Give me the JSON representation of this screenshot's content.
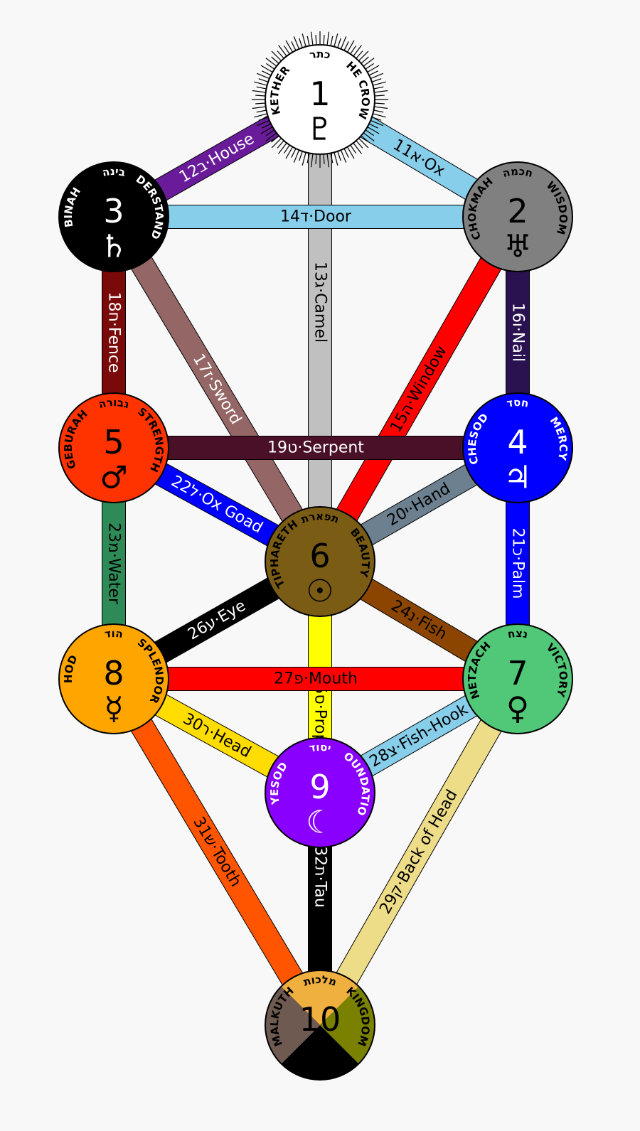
{
  "colors": {
    "background": "#f8f8f8",
    "outline": "#000000"
  },
  "paths": [
    {
      "id": "p11",
      "from": 1,
      "to": 2,
      "label": "11א·Ox",
      "color": "#87ceeb",
      "text_color": "#000000"
    },
    {
      "id": "p12",
      "from": 1,
      "to": 3,
      "label": "12ב·House",
      "color": "#6a1b9a",
      "text_color": "#ffffff"
    },
    {
      "id": "p13",
      "from": 1,
      "to": 6,
      "label": "13ג·Camel",
      "color": "#c0c0c0",
      "text_color": "#000000"
    },
    {
      "id": "p14",
      "from": 2,
      "to": 3,
      "label": "14ד·Door",
      "color": "#87ceeb",
      "text_color": "#000000"
    },
    {
      "id": "p15",
      "from": 2,
      "to": 6,
      "label": "15ה·Window",
      "color": "#ff0000",
      "text_color": "#000000"
    },
    {
      "id": "p16",
      "from": 2,
      "to": 4,
      "label": "16ו·Nail",
      "color": "#2a1250",
      "text_color": "#ffffff"
    },
    {
      "id": "p17",
      "from": 3,
      "to": 6,
      "label": "17ז·Sword",
      "color": "#946666",
      "text_color": "#ffffff"
    },
    {
      "id": "p18",
      "from": 3,
      "to": 5,
      "label": "18ח·Fence",
      "color": "#7a0a0a",
      "text_color": "#ffffff"
    },
    {
      "id": "p19",
      "from": 4,
      "to": 5,
      "label": "19ט·Serpent",
      "color": "#4a1028",
      "text_color": "#ffffff"
    },
    {
      "id": "p20",
      "from": 4,
      "to": 6,
      "label": "20י·Hand",
      "color": "#6c8090",
      "text_color": "#000000"
    },
    {
      "id": "p21",
      "from": 4,
      "to": 7,
      "label": "21כ·Palm",
      "color": "#0000ff",
      "text_color": "#ffffff"
    },
    {
      "id": "p22",
      "from": 5,
      "to": 6,
      "label": "22ל·Ox Goad",
      "color": "#0000ff",
      "text_color": "#ffffff"
    },
    {
      "id": "p23",
      "from": 5,
      "to": 8,
      "label": "23מ·Water",
      "color": "#2e8b57",
      "text_color": "#000000"
    },
    {
      "id": "p24",
      "from": 6,
      "to": 7,
      "label": "24נ·Fish",
      "color": "#8b4500",
      "text_color": "#000000"
    },
    {
      "id": "p25",
      "from": 6,
      "to": 9,
      "label": "25ס·Prop",
      "color": "#ffff00",
      "text_color": "#000000"
    },
    {
      "id": "p26",
      "from": 6,
      "to": 8,
      "label": "26ע·Eye",
      "color": "#000000",
      "text_color": "#ffffff"
    },
    {
      "id": "p27",
      "from": 7,
      "to": 8,
      "label": "27פ·Mouth",
      "color": "#ff0000",
      "text_color": "#000000"
    },
    {
      "id": "p28",
      "from": 7,
      "to": 9,
      "label": "28צ·Fish-Hook",
      "color": "#87ceeb",
      "text_color": "#000000"
    },
    {
      "id": "p29",
      "from": 7,
      "to": 10,
      "label": "29ק·Back of Head",
      "color": "#eedd88",
      "text_color": "#000000"
    },
    {
      "id": "p30",
      "from": 8,
      "to": 9,
      "label": "30ר·Head",
      "color": "#ffdd00",
      "text_color": "#000000"
    },
    {
      "id": "p31",
      "from": 8,
      "to": 10,
      "label": "31ש·Tooth",
      "color": "#ff5500",
      "text_color": "#000000"
    },
    {
      "id": "p32",
      "from": 9,
      "to": 10,
      "label": "32ת·Tau",
      "color": "#000000",
      "text_color": "#ffffff"
    }
  ],
  "sephiroth": [
    {
      "num": 1,
      "number": "1",
      "name": "KETHER",
      "hebrew": "כתר",
      "meaning": "THE CROWN",
      "symbol": "♇",
      "fill": "#ffffff",
      "text_color": "#000000",
      "rayed": true
    },
    {
      "num": 2,
      "number": "2",
      "name": "CHOKMAH",
      "hebrew": "חכמה",
      "meaning": "WISDOM",
      "symbol": "♅",
      "fill": "#808080",
      "text_color": "#000000"
    },
    {
      "num": 3,
      "number": "3",
      "name": "BINAH",
      "hebrew": "בינה",
      "meaning": "UNDERSTANDING",
      "symbol": "♄",
      "fill": "#000000",
      "text_color": "#ffffff"
    },
    {
      "num": 4,
      "number": "4",
      "name": "CHESOD",
      "hebrew": "חסד",
      "meaning": "MERCY",
      "symbol": "♃",
      "fill": "#0000ff",
      "text_color": "#ffffff"
    },
    {
      "num": 5,
      "number": "5",
      "name": "GEBURAH",
      "hebrew": "גבורה",
      "meaning": "STRENGTH",
      "symbol": "♂",
      "fill": "#ff3300",
      "text_color": "#000000"
    },
    {
      "num": 6,
      "number": "6",
      "name": "TIPHARETH",
      "hebrew": "תפארת",
      "meaning": "BEAUTY",
      "symbol": "☉",
      "fill": "#7a5c14",
      "text_color": "#000000"
    },
    {
      "num": 7,
      "number": "7",
      "name": "NETZACH",
      "hebrew": "נצח",
      "meaning": "VICTORY",
      "symbol": "♀",
      "fill": "#50c878",
      "text_color": "#000000"
    },
    {
      "num": 8,
      "number": "8",
      "name": "HOD",
      "hebrew": "הוד",
      "meaning": "SPLENDOR",
      "symbol": "☿",
      "fill": "#ffa500",
      "text_color": "#000000"
    },
    {
      "num": 9,
      "number": "9",
      "name": "YESOD",
      "hebrew": "יסוד",
      "meaning": "FOUNDATION",
      "symbol": "☾",
      "fill": "#8a00ff",
      "text_color": "#ffffff"
    },
    {
      "num": 10,
      "number": "10",
      "name": "MALKUTH",
      "hebrew": "מלכות",
      "meaning": "KINGDOM",
      "symbol": "⊕",
      "fill_quarters": [
        "#f0b040",
        "#7a8000",
        "#000000",
        "#6e5a50"
      ],
      "text_color": "#000000"
    }
  ]
}
